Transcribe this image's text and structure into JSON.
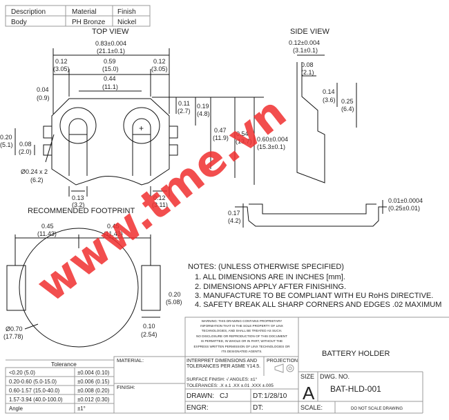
{
  "parts_table": {
    "headers": [
      "Description",
      "Material",
      "Finish"
    ],
    "row": [
      "Body",
      "PH Bronze",
      "Nickel"
    ]
  },
  "top_view": {
    "title": "TOP VIEW",
    "dims": {
      "overall_w": "0.83±0.004",
      "overall_w_mm": "(21.1±0.1)",
      "left": "0.12",
      "left_mm": "(3.05)",
      "mid": "0.59",
      "mid_mm": "(15.0)",
      "right": "0.12",
      "right_mm": "(3.05)",
      "inner": "0.44",
      "inner_mm": "(11.1)",
      "chamfer": "0.04",
      "chamfer_mm": "(0.9)",
      "tab_h": "0.20",
      "tab_h_mm": "(5.1)",
      "tab_gap": "0.08",
      "tab_gap_mm": "(2.0)",
      "dia": "Ø0.24 x 2",
      "dia_mm": "(6.2)",
      "slot": "0.13",
      "slot_mm": "(3.2)",
      "rslot": "0.12",
      "rslot_mm": "(3.11)",
      "h1": "0.11",
      "h1_mm": "(2.7)",
      "h2": "0.19",
      "h2_mm": "(4.8)",
      "h3": "0.47",
      "h3_mm": "(11.9)",
      "h4": "0.54",
      "h4_mm": "(13.7)",
      "h5": "0.60±0.004",
      "h5_mm": "(15.3±0.1)"
    }
  },
  "side_view": {
    "title": "SIDE VIEW",
    "dims": {
      "w": "0.12±0.004",
      "w_mm": "(3.1±0.1)",
      "a": "0.08",
      "a_mm": "(2.1)",
      "b": "0.14",
      "b_mm": "(3.6)",
      "c": "0.25",
      "c_mm": "(6.4)",
      "thick": "0.01±0.0004",
      "thick_mm": "(0.25±0.01)",
      "h": "0.17",
      "h_mm": "(4.2)"
    }
  },
  "footprint": {
    "title": "RECOMMENDED FOOTPRINT",
    "dims": {
      "l": "0.45",
      "l_mm": "(11.43)",
      "r": "0.45",
      "r_mm": "(11.43)",
      "pad_h": "0.20",
      "pad_h_mm": "(5.08)",
      "pad_w": "0.10",
      "pad_w_mm": "(2.54)",
      "dia": "Ø0.70",
      "dia_mm": "(17.78)"
    }
  },
  "notes": {
    "title": "NOTES: (UNLESS OTHERWISE SPECIFIED)",
    "items": [
      "1.  ALL DIMENSIONS ARE IN INCHES [mm].",
      "2.  DIMENSIONS APPLY AFTER FINISHING.",
      "3.  MANUFACTURE TO BE COMPLIANT WITH EU RoHS DIRECTIVE.",
      "4.  SAFETY BREAK ALL SHARP CORNERS AND EDGES .02 MAXIMUM"
    ]
  },
  "watermark": "www.tme.vn",
  "title_block": {
    "warning": [
      "WARNING: THIS DRAWING CONTAINS PROPRIETARY",
      "INFORMATION THAT IS THE SOLE PROPERTY OF LINX",
      "TECHNOLOGIES, AND SHALL BE TREATED AS SUCH.",
      "NO DISCLOSURE OR REPRODUCTION OF THIS DOCUMENT",
      "IS PERMITTED, IN WHOLE OR IN PART, WITHOUT THE",
      "EXPRESS WRITTEN PERMISSION OF LINX TECHNOLOGIES OR",
      "ITS DESIGNATED AGENTS."
    ],
    "tolerance": {
      "title": "Tolerance",
      "rows": [
        [
          "<0.20 (5.0)",
          "±0.004 (0.10)"
        ],
        [
          "0.20-0.60 (5.0-15.0)",
          "±0.006 (0.15)"
        ],
        [
          "0.60-1.57 (15.0-40.0)",
          "±0.008 (0.20)"
        ],
        [
          "1.57-3.94 (40.0-100.0)",
          "±0.012 (0.30)"
        ],
        [
          "Angle",
          "±1°"
        ]
      ]
    },
    "material": "MATERIAL:",
    "finish": "FINISH:",
    "interpret": [
      "INTERPRET DIMENSIONS AND",
      "TOLERANCES PER ASME Y14.5."
    ],
    "projection": "PROJECTION:",
    "surface": "SURFACE FINISH: √  ANGLES: ±1°",
    "tolerances": "TOLERANCES: .X ±.1  .XX ±.01  .XXX ±.005",
    "drawn_label": "DRAWN:",
    "drawn": "CJ",
    "dt_label": "DT:",
    "dt": "1/28/10",
    "engr": "ENGR:",
    "dt2": "DT:",
    "title": "BATTERY HOLDER",
    "size_label": "SIZE",
    "size": "A",
    "dwg_label": "DWG. NO.",
    "dwg": "BAT-HLD-001",
    "scale_label": "SCALE:",
    "scale": "DO NOT SCALE DRAWING"
  }
}
